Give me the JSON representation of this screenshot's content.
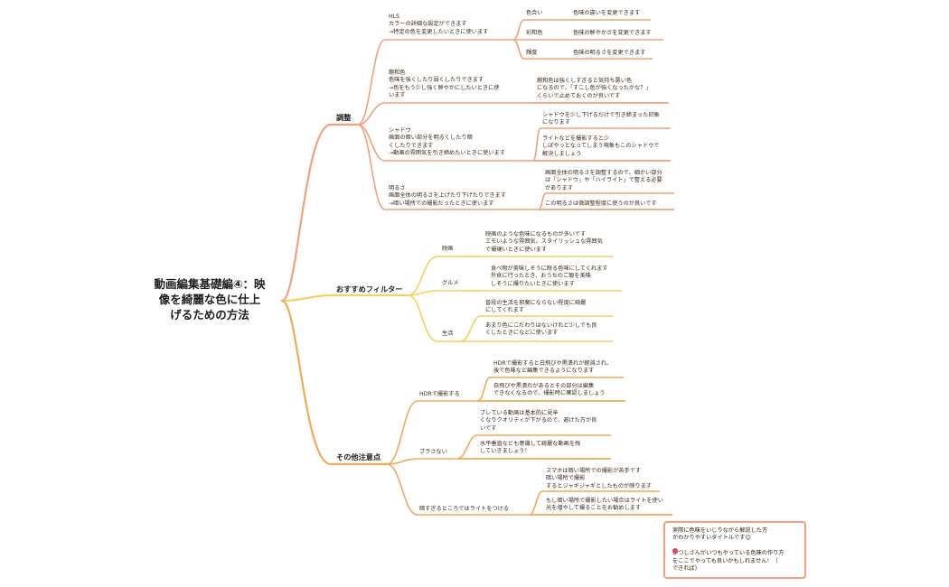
{
  "colors": {
    "adjust": "#f4a07c",
    "filter": "#f8d060",
    "caution": "#f3aa55",
    "note_border": "#f4a07c",
    "note_dot": "#e8424f"
  },
  "root": "動画編集基礎編④：映\n像を綺麗な色に仕上\nげるための方法",
  "branches": {
    "adjust": {
      "label": "調整",
      "hls": {
        "text": "HLS\nカラーの詳細な設定ができます\n→特定の色を変更したいときに使います",
        "items": [
          {
            "name": "色合い",
            "desc": "色味の違いを変更できます"
          },
          {
            "name": "彩和色",
            "desc": "色味の鮮やかさを変更できます"
          },
          {
            "name": "輝度",
            "desc": "色味の明るさを変更できます"
          }
        ]
      },
      "saturation": {
        "text": "飽和色\n色味を強くしたり弱くしたりできます\n→色をもう少し強く鮮やかにしたいときに使\nいます",
        "note": "飽和色は強くしすぎると気持ち悪い色\nになるので、「すこし色が強くなったかな？」\nくらいで止めておくのが良いです"
      },
      "shadow": {
        "text": "シャドウ\n画面の暗い部分を明るくしたり暗\nくしたりできます\n→動画の雰囲気を引き締めたいときに使います",
        "notes": [
          "シャドウを少し下げるだけで引き締まった印象\nになります",
          "ライトなどを撮影すると少\nしぼやっとなってしまう現象もこのシャドウで\n解決しましょう"
        ]
      },
      "brightness": {
        "text": "明るさ\n画面全体の明るさを上げたり下げたりできます\n→暗い場所での撮影だったときに使います",
        "notes": [
          "画面全体の明るさを調整するので、細かい部分\nは「シャドウ」や「ハイライト」で整える必要\nがあります",
          "この明るさは微調整程度に使うのが良いです"
        ]
      }
    },
    "filter": {
      "label": "おすすめフィルター",
      "items": [
        {
          "name": "映画",
          "desc": "映画のような色味になるものが多いです\nエモいような雰囲気、スタイリッシュな雰囲気\nで撮硬いときに使います"
        },
        {
          "name": "グルメ",
          "desc": "食べ物が美味しそうに映る色味にしてくれます\n外食に行ったとき、おうちのご飯を美味\nしそうに撮りたいときに使います"
        },
        {
          "name": "生活",
          "desc": "普段の生活を邪魔にならない程度に綺麗\nにしてくれます",
          "desc2": "あまり色にこだわりはないけれど少しでも良\nくしたときになどに使います"
        }
      ]
    },
    "caution": {
      "label": "その他注意点",
      "items": [
        {
          "name": "HDRで撮影する",
          "notes": [
            "HDRで撮影すると白飛びや黒潰れが軽減され、\n後で色味など編集できるようになります",
            "白飛びや黒潰れがあるとその部分は編集\nできなくなるので、撮影時に確認しましょう"
          ]
        },
        {
          "name": "ブラさない",
          "notes": [
            "ブレている動画は基本的に見辛\nくなりクオリティが下がるので、避けた方が良\nいです",
            "水平垂直なども意識して綺麗な動画を残\nしていきましょう！"
          ]
        },
        {
          "name": "暗すぎるところではライトをつける",
          "notes": [
            "スマホは暗い場所での撮影が苦手です\n暗い場所で撮影\nするとジャギジャギとしたものが映ります",
            "もし暗い場所で撮影したい場合はライトを使い\n光を増やして撮ることをお勧めします"
          ]
        }
      ]
    }
  },
  "note": "実際に色味をいじりながら解説した方\nがわかりやすいタイトルです☺\n\nかつしさんがいつもやっている色味の作り方\nをここでやっても良いかもしれません！（\nできれば）"
}
